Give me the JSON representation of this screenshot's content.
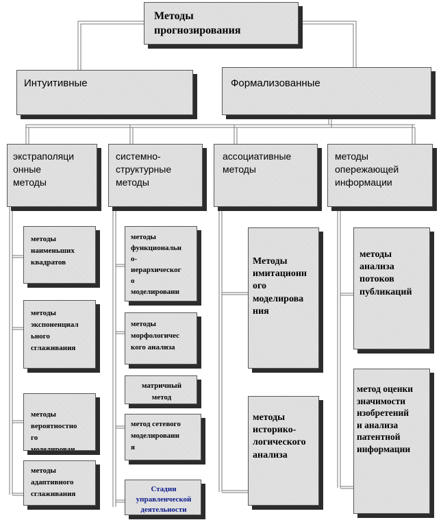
{
  "root": {
    "label": "Методы\nпрогнозирования"
  },
  "categories": {
    "intuitive": "Интуитивные",
    "formalized": "Формализованные"
  },
  "groups": {
    "extrapolation": "экстраполяци\nонные\nметоды",
    "systemic": "системно-\nструктурные\nметоды",
    "associative": "ассоциативные\nметоды",
    "advance": "методы\nопережающей\nинформации"
  },
  "leaves": {
    "least_squares": "методы\nнаименьших\nквадратов",
    "exponential": "методы\nэкспоненциал\nьного\nсглаживания",
    "probabilistic": "методы\nвероятностно\nго\nмоделирован",
    "adaptive": "методы\nадаптивного\nсглаживания",
    "functional": "методы\nфункциональн\nо-\nиерархическог\nо\nмоделировани",
    "morphological": "методы\nморфологичес\nкого анализа",
    "matrix": "матричный\nметод",
    "network": "метод сетевого\nмоделировани\nя",
    "stages": "Стадии\nуправленческой\nдеятельности",
    "simulation": "Методы\nимитационн\nого\nмоделирова\nния",
    "historical": "методы\nисторико-\nлогического\nанализа",
    "publication_flow": "методы\nанализа\nпотоков\nпубликаций",
    "invention": "метод оценки\nзначимости\nизобретений\nи анализа\nпатентной\nинформации"
  },
  "colors": {
    "box_fill": "#e2e2e2",
    "box_shadow": "#2c2c2c",
    "connector": "#777777",
    "stage_text": "#0a1a8a"
  }
}
